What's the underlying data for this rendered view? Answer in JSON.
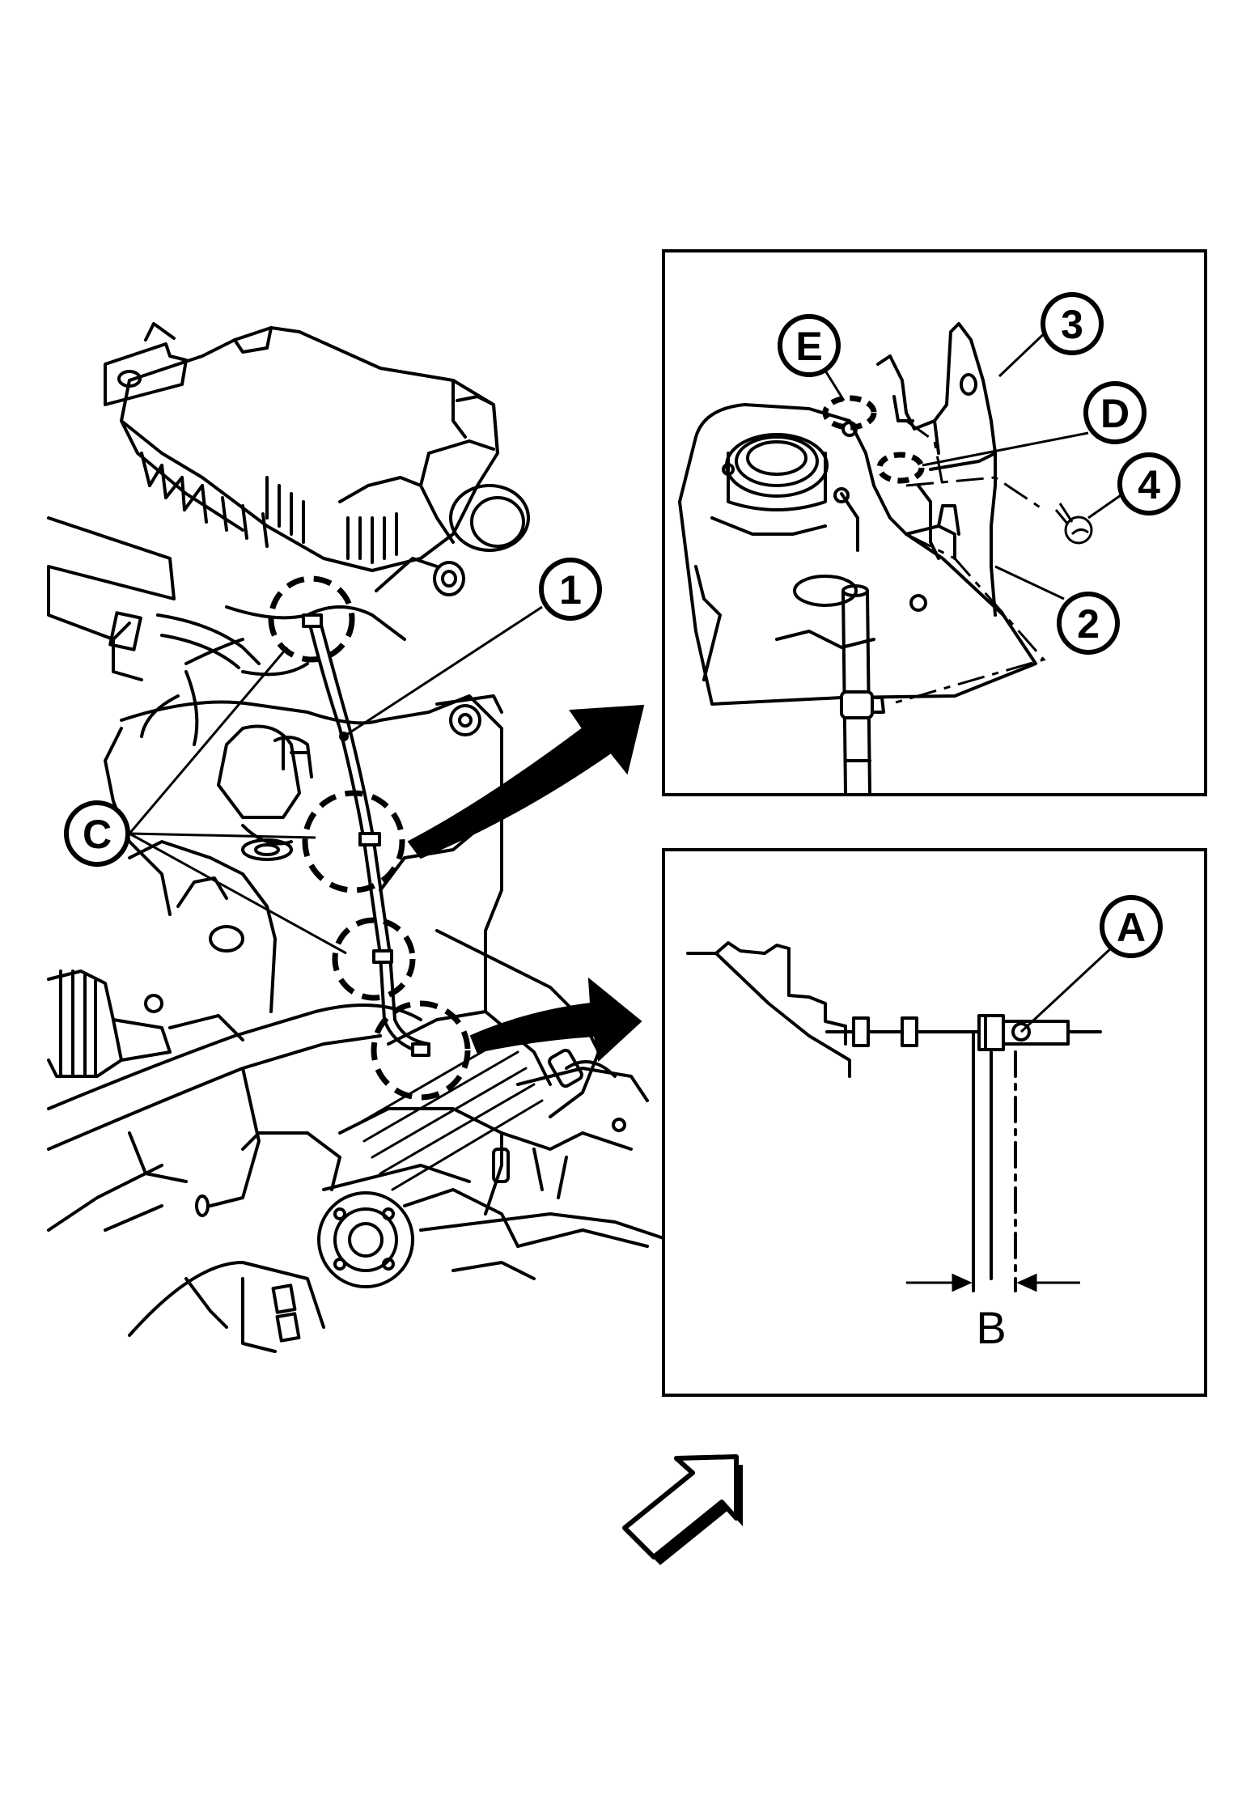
{
  "callouts": {
    "c1": "1",
    "c2": "2",
    "c3": "3",
    "c4": "4",
    "cA": "A",
    "cB": "B",
    "cC": "C",
    "cD": "D",
    "cE": "E"
  },
  "colors": {
    "ink": "#000000",
    "paper": "#ffffff"
  },
  "icons": {
    "view_arrow": "hollow-direction-arrow-icon"
  }
}
